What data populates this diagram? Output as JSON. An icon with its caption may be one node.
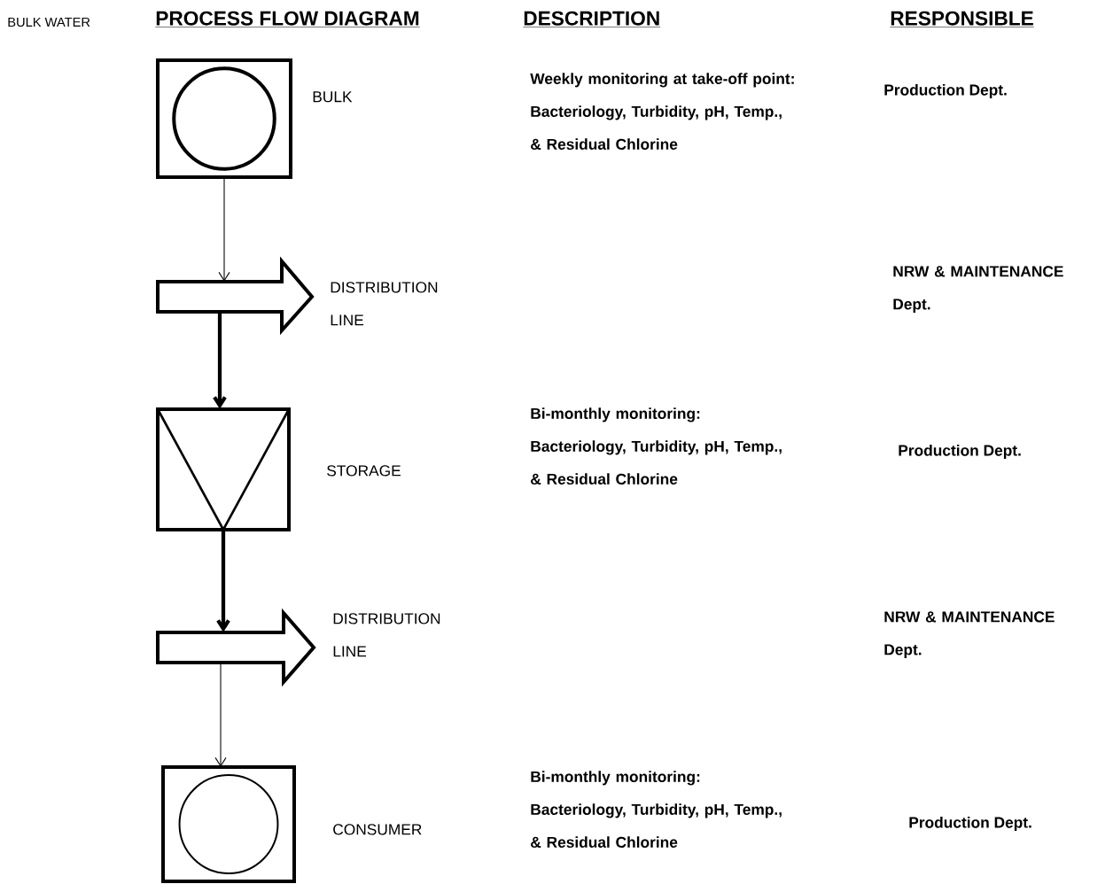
{
  "diagram": {
    "nodes": [
      {
        "text": [],
        "shape": "box",
        "beside": [
          "BULK"
        ]
      },
      {
        "text": [],
        "shape": "arrow",
        "beside": [
          "DISTRIBUTION LINE"
        ]
      },
      {
        "text": [],
        "shape": "triangle",
        "beside": [
          "STORAGE"
        ]
      },
      {
        "text": [],
        "shape": "arrow",
        "beside": [
          "DISTRIBUTION LINE"
        ]
      },
      {
        "text": [],
        "shape": "box",
        "beside": [
          "CONSUMER"
        ]
      }
    ],
    "edges": [
      {
        "from": 0,
        "to": 1,
        "arrow": "to"
      },
      {
        "from": 1,
        "to": 2,
        "arrow": "to",
        "style": "thick"
      },
      {
        "from": 2,
        "to": 3,
        "arrow": "to",
        "style": "thick"
      },
      {
        "from": 3,
        "to": 4,
        "arrow": "to"
      }
    ],
    "labels": [
      "BULK WATER",
      "PROCESS FLOW DIAGRAM",
      "DESCRIPTION",
      "RESPONSIBLE",
      "Weekly monitoring at take-off point: Bacteriology, Turbidity, pH, Temp., & Residual Chlorine",
      "Production Dept.",
      "NRW & MAINTENANCE Dept.",
      "Bi-monthly monitoring: Bacteriology, Turbidity, pH, Temp., & Residual Chlorine",
      "Production Dept.",
      "NRW & MAINTENANCE Dept.",
      "Bi-monthly monitoring: Bacteriology, Turbidity, pH, Temp., & Residual Chlorine",
      "Production Dept."
    ]
  }
}
